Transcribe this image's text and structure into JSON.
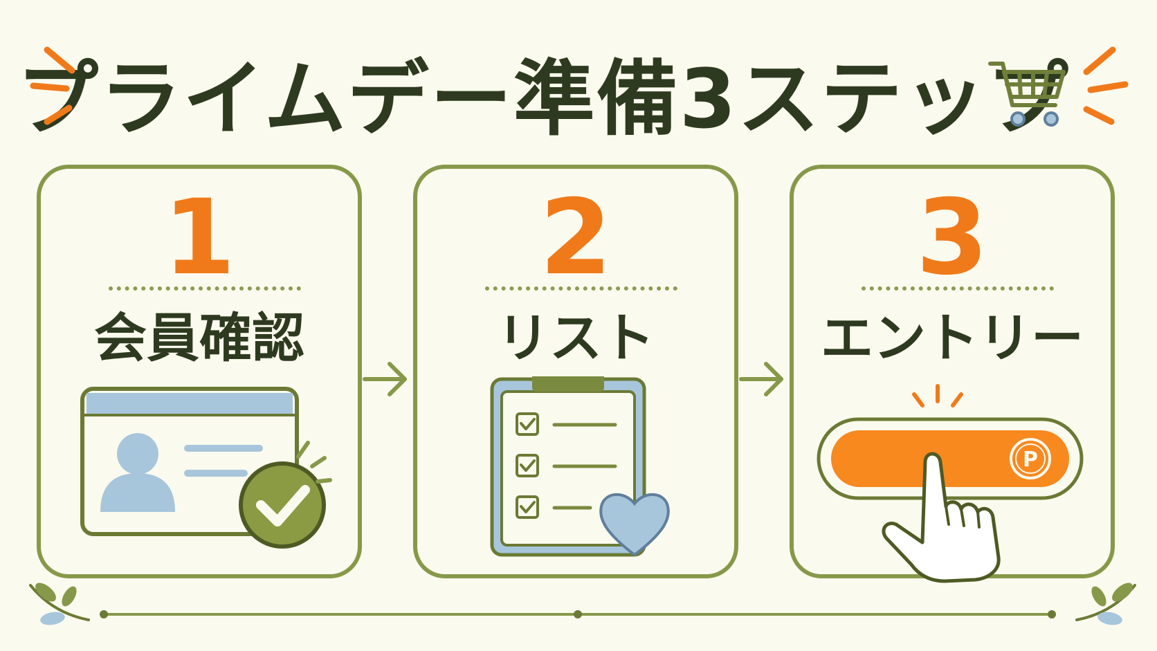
{
  "title": "プライムデー準備3ステップ",
  "steps": [
    {
      "number": "1",
      "label": "会員確認",
      "icon": "member-id-card-check-icon"
    },
    {
      "number": "2",
      "label": "リスト",
      "icon": "checklist-clipboard-heart-icon"
    },
    {
      "number": "3",
      "label": "エントリー",
      "icon": "entry-button-tap-icon"
    }
  ],
  "entry_badge": "P",
  "colors": {
    "background": "#fbfaee",
    "accent_orange": "#f07a1a",
    "frame_green": "#86994a",
    "text_dark": "#2e3a1f",
    "soft_blue": "#a7c6dc"
  }
}
